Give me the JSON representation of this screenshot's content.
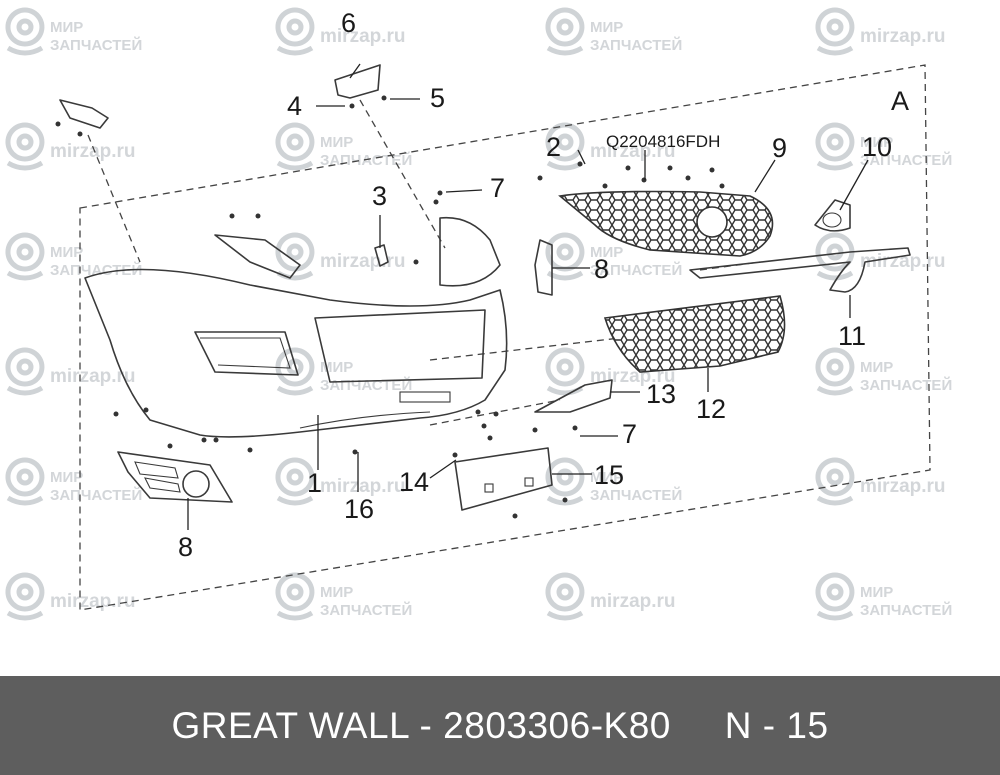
{
  "watermark": {
    "lines": [
      "МИР",
      "ЗАПЧАСТЕЙ"
    ],
    "url": "mirzap.ru"
  },
  "diagram": {
    "view_label": "A",
    "part_code_label": "Q2204816FDH",
    "callouts": [
      "1",
      "2",
      "3",
      "4",
      "5",
      "6",
      "7",
      "7",
      "8",
      "8",
      "9",
      "10",
      "11",
      "12",
      "13",
      "14",
      "15",
      "16"
    ]
  },
  "footer": {
    "brand": "GREAT WALL",
    "separator": " - ",
    "part_number": "2803306-K80",
    "gap": "     ",
    "position_code": "N - 15"
  },
  "colors": {
    "footer_bg": "#5e5e5e",
    "watermark": "#d3d6d9",
    "line_art": "#3a3a3a"
  }
}
